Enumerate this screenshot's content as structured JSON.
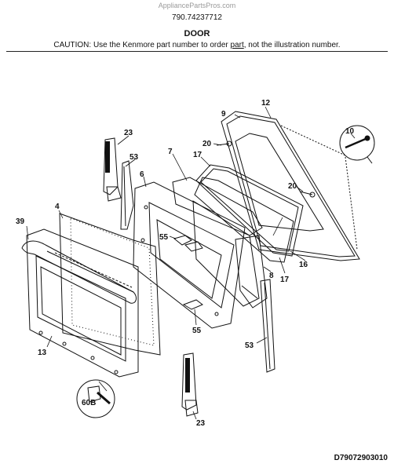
{
  "header": {
    "site": "AppliancePartsPros.com",
    "model": "790.74237712",
    "title": "DOOR",
    "caution_pre": "CAUTION: Use the Kenmore part number to order ",
    "caution_part": "part",
    "caution_post": ", not the illustration number."
  },
  "callouts": {
    "c9": "9",
    "c12": "12",
    "c10": "10",
    "c20a": "20",
    "c20b": "20",
    "c23a": "23",
    "c23b": "23",
    "c53a": "53",
    "c53b": "53",
    "c7": "7",
    "c6": "6",
    "c17a": "17",
    "c17b": "17",
    "c16": "16",
    "c8": "8",
    "c55a": "55",
    "c55b": "55",
    "c4": "4",
    "c39": "39",
    "c13": "13",
    "c60b": "60B"
  },
  "doc_id": "D79072903010"
}
